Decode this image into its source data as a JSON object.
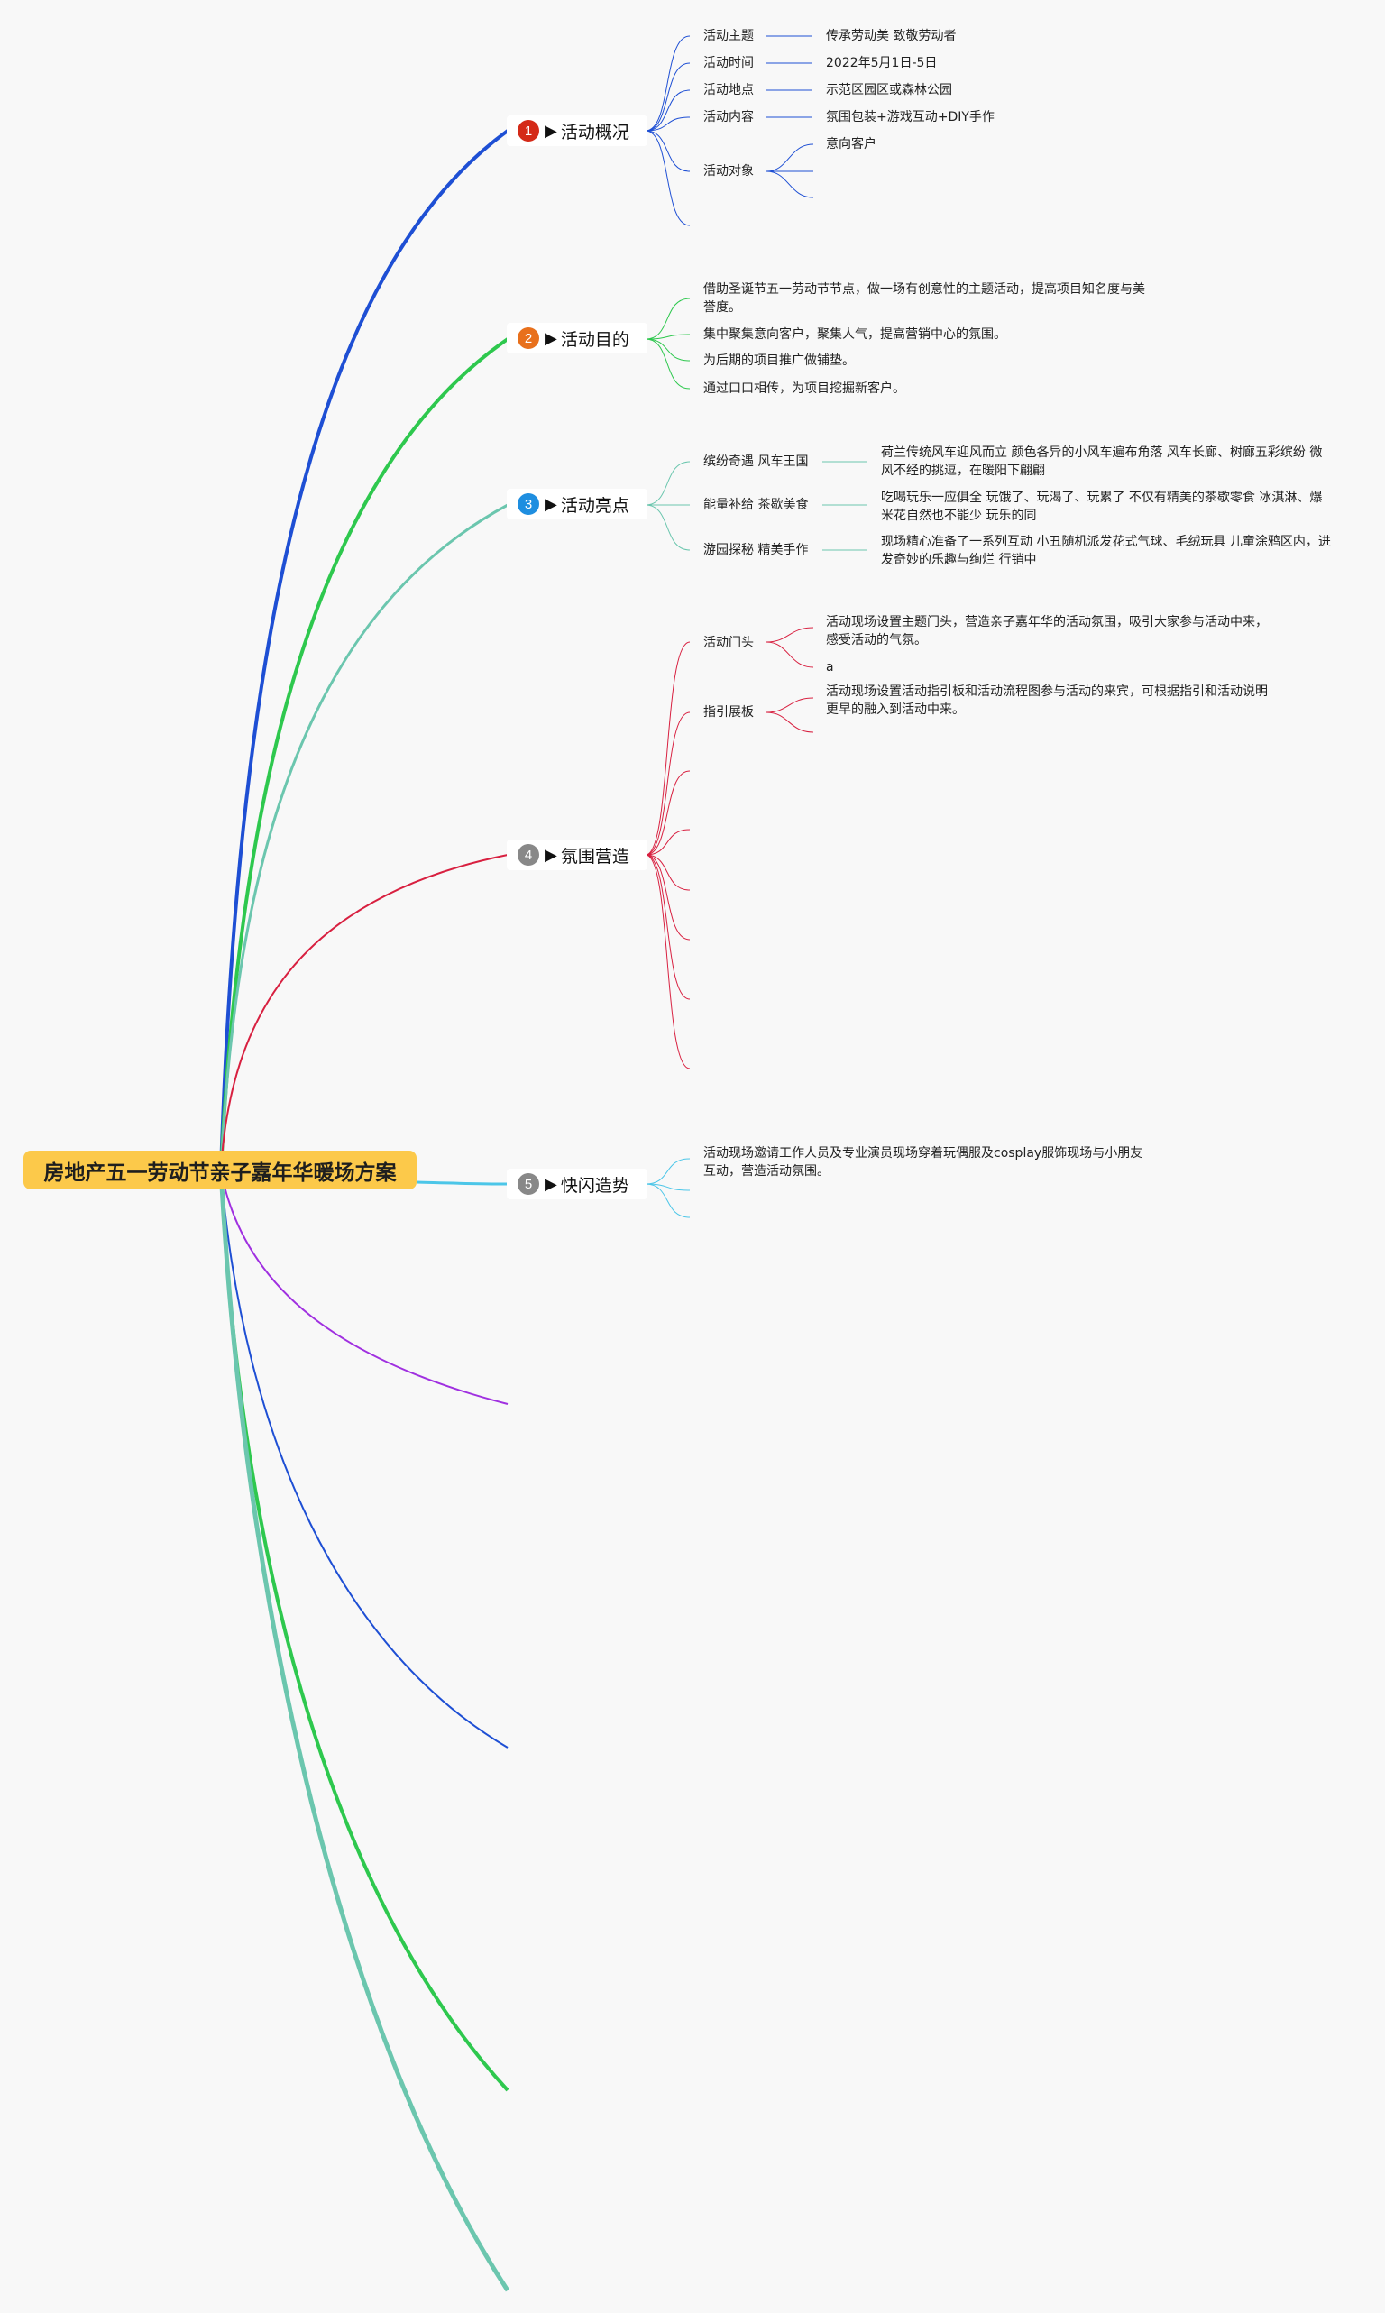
{
  "root": {
    "title": "房地产五一劳动节亲子嘉年华暖场方案"
  },
  "colors": {
    "b1": "#1e4fd4",
    "b2": "#2ec84e",
    "b3": "#6bc6ae",
    "b4": "#d82040",
    "b5": "#4cc6e8",
    "b6": "#a030e0",
    "b7": "#1e4fd4",
    "b8": "#2ec84e",
    "b9": "#6bc6ae",
    "badge1": "#d42a18",
    "badge2": "#e8701c",
    "badge3": "#1e8ee0",
    "badge4": "#888888",
    "badge5": "#888888"
  },
  "branches": {
    "b1": {
      "num": "1",
      "arrow": "▶",
      "title": "活动概况",
      "theme_label": "活动主题",
      "theme_value": "传承劳动美 致敬劳动者",
      "time_label": "活动时间",
      "time_value": "2022年5月1日-5日",
      "place_label": "活动地点",
      "place_value": "示范区园区或森林公园",
      "content_label": "活动内容",
      "content_value": "氛围包装+游戏互动+DIY手作",
      "target_label": "活动对象",
      "target_value": "意向客户"
    },
    "b2": {
      "num": "2",
      "arrow": "▶",
      "title": "活动目的",
      "items": [
        "借助圣诞节五一劳动节节点，做一场有创意性的主题活动，提高项目知名度与美誉度。",
        "集中聚集意向客户，聚集人气，提高营销中心的氛围。",
        "为后期的项目推广做铺垫。",
        "通过口口相传，为项目挖掘新客户。"
      ]
    },
    "b3": {
      "num": "3",
      "arrow": "▶",
      "title": "活动亮点",
      "h1_label": "缤纷奇遇 风车王国",
      "h1_value": "荷兰传统风车迎风而立 颜色各异的小风车遍布角落 风车长廊、树廊五彩缤纷 微风不经的挑逗，在暖阳下翩翩",
      "h2_label": "能量补给 茶歇美食",
      "h2_value": "吃喝玩乐一应俱全 玩饿了、玩渴了、玩累了 不仅有精美的茶歇零食 冰淇淋、爆米花自然也不能少 玩乐的同",
      "h3_label": "游园探秘 精美手作",
      "h3_value": "现场精心准备了一系列互动 小丑随机派发花式气球、毛绒玩具 儿童涂鸦区内，进发奇妙的乐趣与绚烂 行销中"
    },
    "b4": {
      "num": "4",
      "arrow": "▶",
      "title": "氛围营造",
      "door_label": "活动门头",
      "door_value": "活动现场设置主题门头，营造亲子嘉年华的活动氛围，吸引大家参与活动中来，感受活动的气氛。",
      "door_extra": "a",
      "guide_label": "指引展板",
      "guide_value": "活动现场设置活动指引板和活动流程图参与活动的来宾，可根据指引和活动说明更早的融入到活动中来。"
    },
    "b5": {
      "num": "5",
      "arrow": "▶",
      "title": "快闪造势",
      "item": "活动现场邀请工作人员及专业演员现场穿着玩偶服及cosplay服饰现场与小朋友互动，营造活动氛围。"
    }
  }
}
